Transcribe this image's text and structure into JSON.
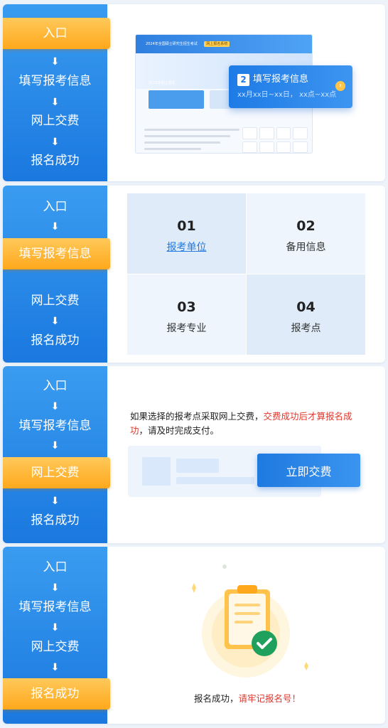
{
  "steps": [
    "入口",
    "填写报考信息",
    "网上交费",
    "报名成功"
  ],
  "arrow_glyph": "⬇",
  "card1": {
    "mock_title": "2024年全国硕士研究生招生考试",
    "mock_badge": "网上报名系统",
    "mock_panel": "2025年网上报名",
    "popup_number": "2",
    "popup_title": "填写报考信息",
    "popup_sub": "xx月xx日~xx日， xx点~xx点"
  },
  "card2": {
    "cells": [
      {
        "num": "01",
        "label": "报考单位"
      },
      {
        "num": "02",
        "label": "备用信息"
      },
      {
        "num": "03",
        "label": "报考专业"
      },
      {
        "num": "04",
        "label": "报考点"
      }
    ]
  },
  "card3": {
    "text_part1": "如果选择的报考点采取网上交费，",
    "text_red": "交费成功后才算报名成功",
    "text_part2": "，请及时完成支付。",
    "pay_button": "立即交费"
  },
  "card4": {
    "text_part1": "报名成功，",
    "text_red": "请牢记报名号！"
  },
  "colors": {
    "rail_blue": "#1a78df",
    "active_orange": "#ffa81c",
    "link_blue": "#1f7ae0",
    "warn_red": "#e0352b",
    "success_green": "#1fa15d"
  }
}
